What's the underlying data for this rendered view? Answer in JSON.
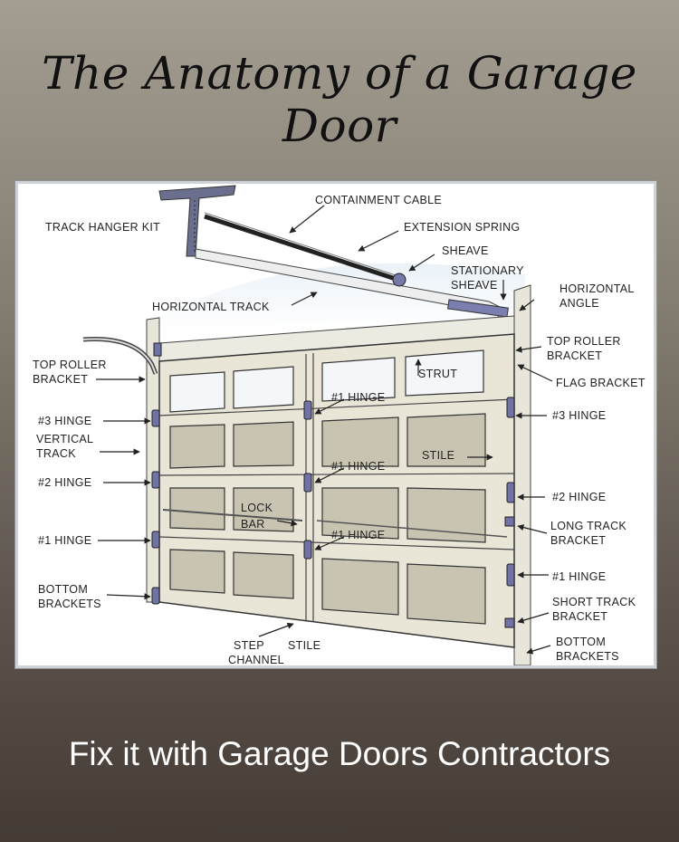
{
  "title": "The Anatomy of a Garage Door",
  "footer": "Fix it with Garage Doors Contractors",
  "labels": {
    "containment_cable": "CONTAINMENT CABLE",
    "track_hanger_kit": "TRACK HANGER KIT",
    "extension_spring": "EXTENSION SPRING",
    "sheave": "SHEAVE",
    "stationary": "STATIONARY",
    "sheave_2": "SHEAVE",
    "horizontal": "HORIZONTAL",
    "angle": "ANGLE",
    "horizontal_track": "HORIZONTAL TRACK",
    "top_roller_left_1": "TOP ROLLER",
    "top_roller_left_2": "BRACKET",
    "top_roller_right_1": "TOP ROLLER",
    "top_roller_right_2": "BRACKET",
    "flag_bracket": "FLAG BRACKET",
    "strut": "STRUT",
    "hinge1_top": "#1 HINGE",
    "hinge3_left": "#3 HINGE",
    "hinge3_right": "#3 HINGE",
    "vertical_1": "VERTICAL",
    "vertical_2": "TRACK",
    "stile_mid": "STILE",
    "hinge1_mid": "#1 HINGE",
    "hinge2_left": "#2 HINGE",
    "hinge2_right": "#2 HINGE",
    "lock_1": "LOCK",
    "lock_2": "BAR",
    "hinge1_center": "#1 HINGE",
    "long_track_1": "LONG TRACK",
    "long_track_2": "BRACKET",
    "hinge1_left": "#1 HINGE",
    "hinge1_right": "#1 HINGE",
    "bottom_left_1": "BOTTOM",
    "bottom_left_2": "BRACKETS",
    "short_track_1": "SHORT TRACK",
    "short_track_2": "BRACKET",
    "step_1": "STEP",
    "step_2": "CHANNEL",
    "stile_bottom": "STILE",
    "bottom_right_1": "BOTTOM",
    "bottom_right_2": "BRACKETS"
  }
}
